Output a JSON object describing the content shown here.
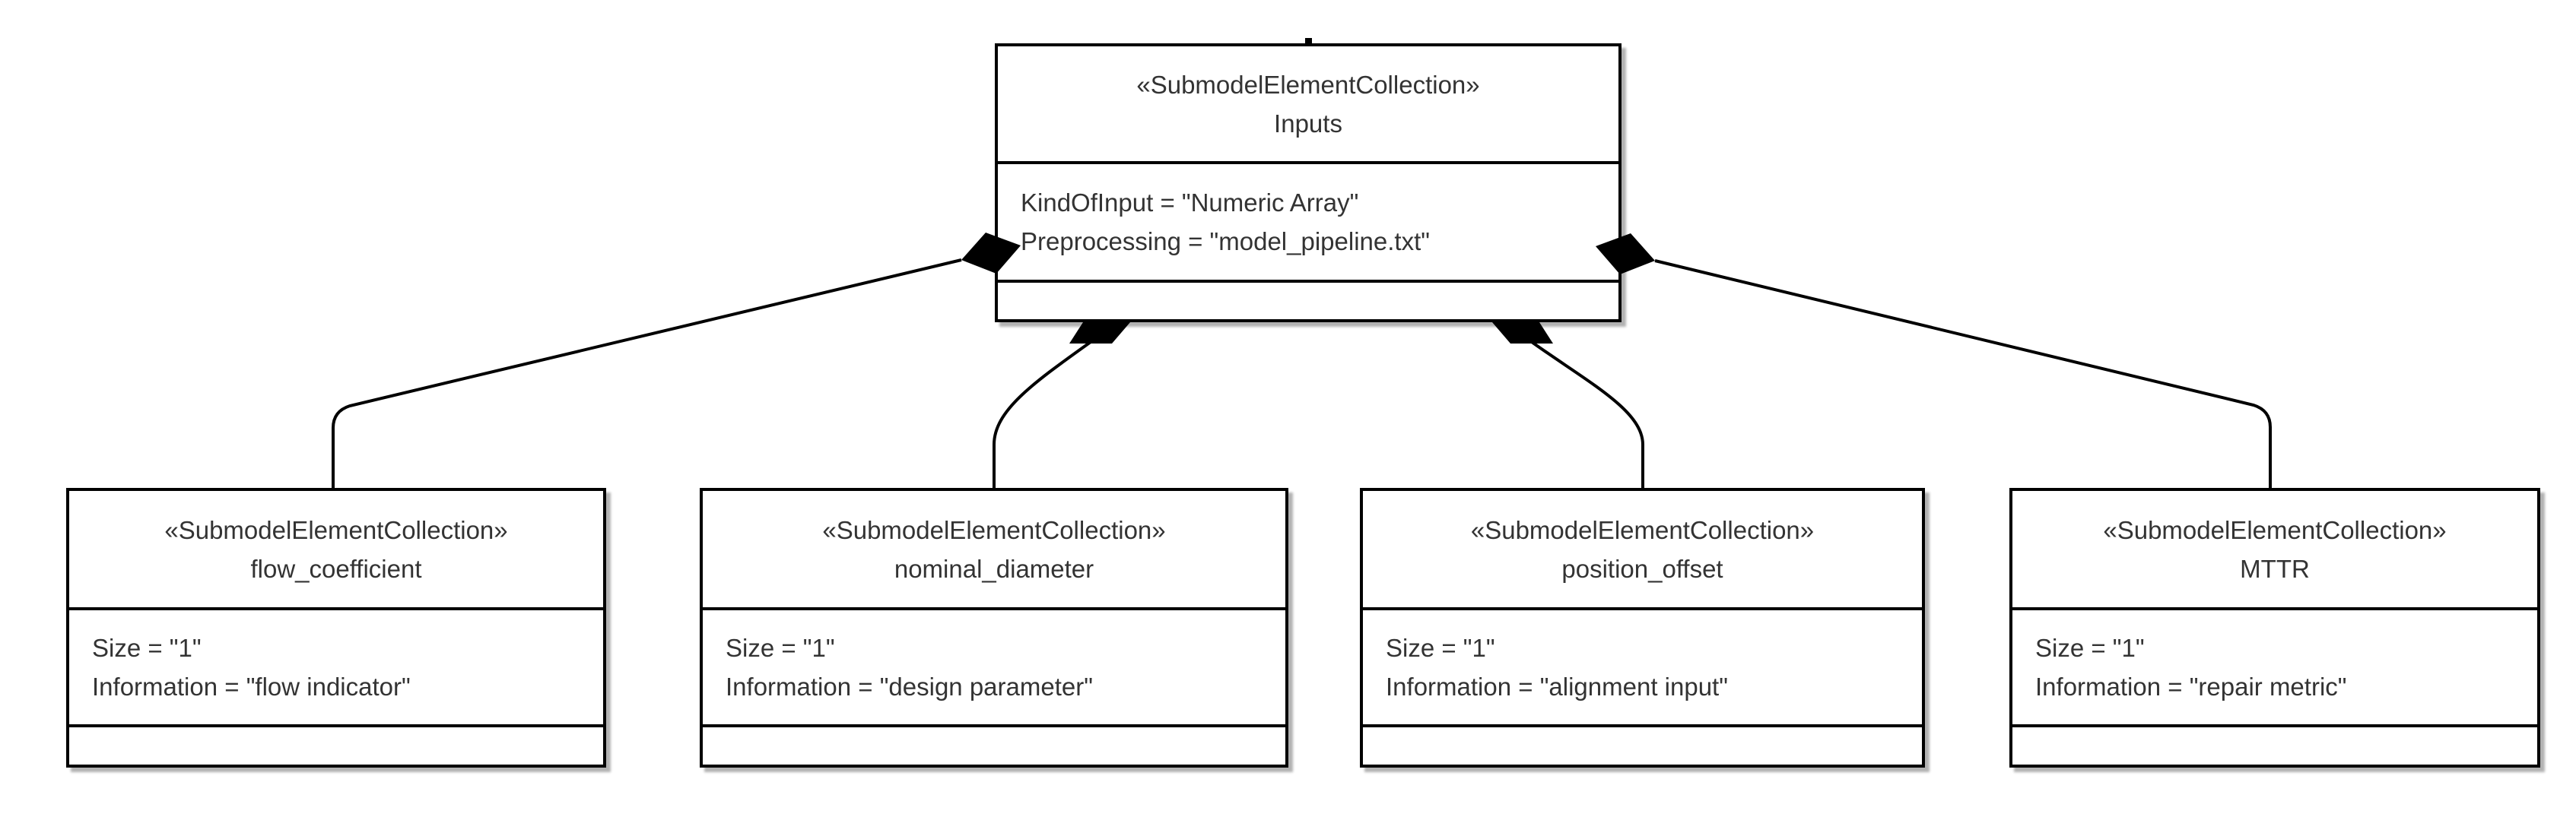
{
  "diagram": {
    "type": "uml-class-diagram",
    "stereotype": "«SubmodelElementCollection»",
    "relation": "composition",
    "colors": {
      "stroke": "#000000",
      "fill": "#ffffff",
      "text": "#333333",
      "background": "#ffffff",
      "shadow": "rgba(0,0,0,0.30)"
    },
    "parent": {
      "name": "Inputs",
      "attributes": [
        "KindOfInput = \"Numeric Array\"",
        "Preprocessing = \"model_pipeline.txt\""
      ]
    },
    "children": [
      {
        "name": "flow_coefficient",
        "attributes": [
          "Size = \"1\"",
          "Information = \"flow indicator\""
        ]
      },
      {
        "name": "nominal_diameter",
        "attributes": [
          "Size = \"1\"",
          "Information = \"design parameter\""
        ]
      },
      {
        "name": "position_offset",
        "attributes": [
          "Size = \"1\"",
          "Information = \"alignment input\""
        ]
      },
      {
        "name": "MTTR",
        "attributes": [
          "Size = \"1\"",
          "Information = \"repair metric\""
        ]
      }
    ]
  }
}
